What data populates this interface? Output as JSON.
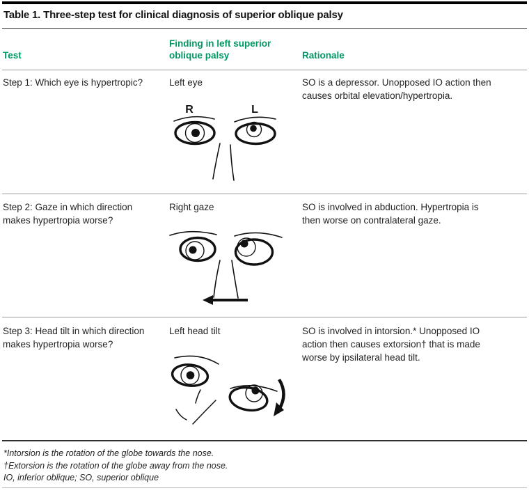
{
  "table": {
    "title": "Table 1. Three-step test for clinical diagnosis of superior oblique palsy",
    "columns": [
      "Test",
      "Finding in left superior oblique palsy",
      "Rationale"
    ],
    "rows": [
      {
        "test": "Step 1: Which eye is hypertropic?",
        "finding": "Left eye",
        "rationale": "SO is a depressor. Unopposed IO action then causes orbital elevation/hypertropia.",
        "eye_labels": {
          "right": "R",
          "left": "L"
        },
        "illustration": "eyes-primary-position-left-eye-elevated"
      },
      {
        "test": "Step 2: Gaze in which direction makes hypertropia worse?",
        "finding": "Right gaze",
        "rationale": "SO is involved in abduction. Hypertropia is then worse on contralateral gaze.",
        "illustration": "eyes-looking-right-gaze-arrow-pointing-left"
      },
      {
        "test": "Step 3: Head tilt in which direction makes hypertropia worse?",
        "finding": "Left head tilt",
        "rationale": "SO is involved in intorsion.* Unopposed IO action then causes extorsion† that is made worse by ipsilateral head tilt.",
        "illustration": "eyes-tilted-with-clockwise-tilt-arrow"
      }
    ],
    "footnotes": [
      "*Intorsion is the rotation of the globe towards the nose.",
      "†Extorsion is the rotation of the globe away from the nose.",
      "IO, inferior oblique; SO, superior oblique"
    ],
    "colors": {
      "header_green": "#009962",
      "text": "#232323",
      "rule_dark": "#2e2e2e",
      "rule_light": "#9a9a9a"
    }
  }
}
